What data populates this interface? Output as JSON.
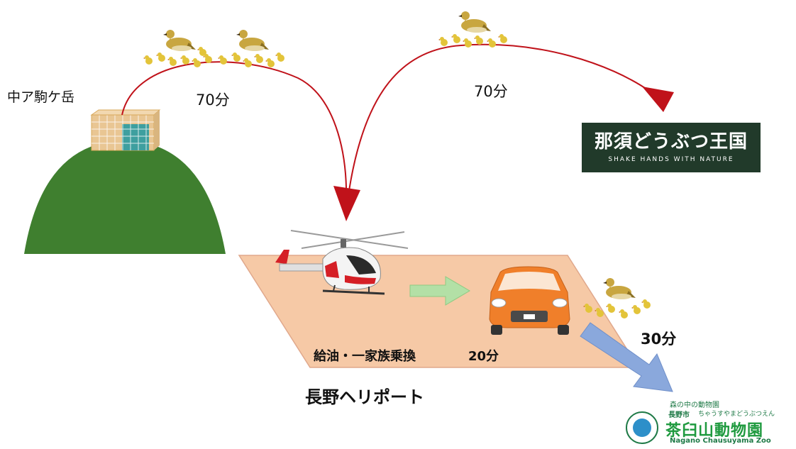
{
  "labels": {
    "mountain": "中ア駒ケ岳",
    "time_left": "70分",
    "time_right": "70分",
    "time_bottom": "30分",
    "refuel": "給油・一家族乗換",
    "refuel_time": "20分",
    "heliport": "長野ヘリポート"
  },
  "nasu_logo": {
    "title": "那須どうぶつ王国",
    "subtitle": "SHAKE HANDS WITH NATURE"
  },
  "zoo_logo": {
    "tagline": "森の中の動物園",
    "city": "長野市",
    "city_kana": "ちゃうすやまどうぶつえん",
    "name": "茶臼山動物園",
    "english": "Nagano Chausuyama Zoo"
  },
  "colors": {
    "mountain": "#3f7f2f",
    "heliport_pad": "#f6c9a6",
    "flight_arrow": "#c0121a",
    "transfer_arrow": "#b3e0a6",
    "drive_arrow": "#8aa8dc",
    "car": "#f07f2a",
    "ptarmigan": "#c8a640",
    "chick": "#e3c43a"
  },
  "icons": [
    "mountain-icon",
    "cage-icon",
    "helicopter-icon",
    "car-icon",
    "ptarmigan-icon",
    "chick-icon"
  ]
}
